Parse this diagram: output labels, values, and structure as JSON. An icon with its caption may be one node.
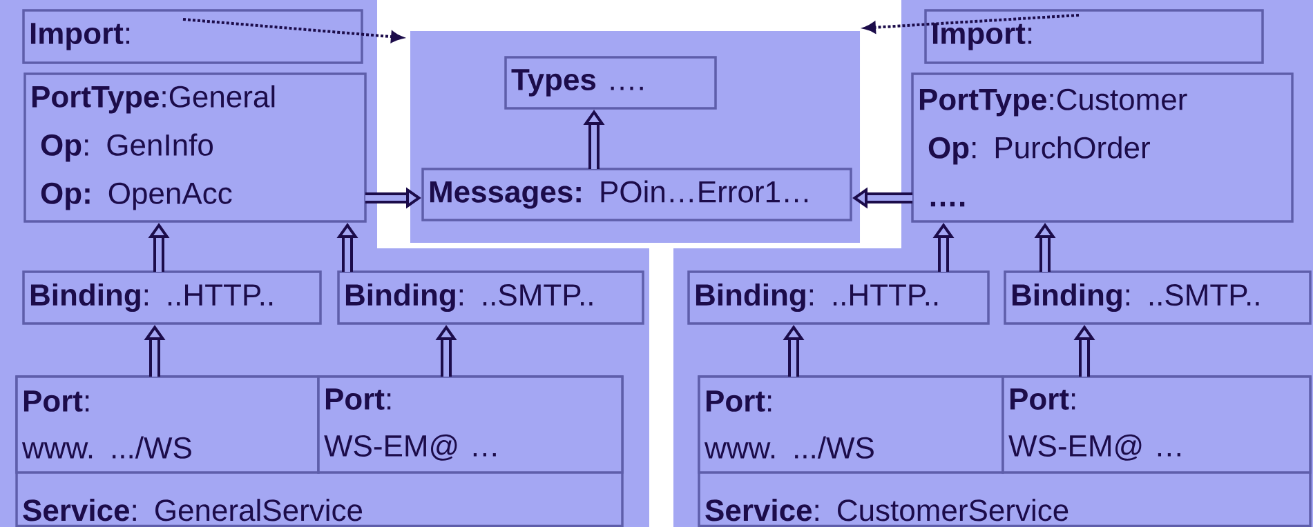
{
  "diagram": {
    "nodes": [
      {
        "text": [
          "**Import**:"
        ]
      },
      {
        "text": [
          "**PortType**:General",
          "**Op**: GenInfo",
          "**Op:** OpenAcc"
        ]
      },
      {
        "text": [],
        "shape": "box"
      },
      {
        "text": [
          "**Types** …."
        ],
        "in": 2
      },
      {
        "text": [
          "**Messages:** POin…Error1…"
        ],
        "in": 2
      },
      {
        "text": [
          "**Import**:"
        ]
      },
      {
        "text": [
          "**PortType**:Customer",
          "**Op**: PurchOrder",
          "**….**"
        ]
      },
      {
        "text": [
          "**Binding**: ..HTTP.."
        ]
      },
      {
        "text": [
          "**Binding**: ..SMTP.."
        ]
      },
      {
        "text": [
          "**Binding**: ..HTTP.."
        ]
      },
      {
        "text": [
          "**Binding**: ..SMTP.."
        ]
      },
      {
        "text": [
          "**Service**: GeneralService"
        ]
      },
      {
        "text": [
          "**Port**:",
          "www. .../WS"
        ],
        "in": 11
      },
      {
        "text": [
          "**Port**:",
          "WS-EM@ …"
        ],
        "in": 11
      },
      {
        "text": [
          "**Service**: CustomerService"
        ]
      },
      {
        "text": [
          "**Port**:",
          "www. .../WS"
        ],
        "in": 14
      },
      {
        "text": [
          "**Port**:",
          "WS-EM@ …"
        ],
        "in": 14
      }
    ],
    "edges": [
      {
        "from": 7,
        "to": 1,
        "arrow": "to"
      },
      {
        "from": 8,
        "to": 1,
        "arrow": "to"
      },
      {
        "from": 12,
        "to": 7,
        "arrow": "to"
      },
      {
        "from": 13,
        "to": 8,
        "arrow": "to"
      },
      {
        "from": 1,
        "to": 4,
        "arrow": "to"
      },
      {
        "from": 4,
        "to": 3,
        "arrow": "to"
      },
      {
        "from": 6,
        "to": 4,
        "arrow": "to"
      },
      {
        "from": 9,
        "to": 6,
        "arrow": "to"
      },
      {
        "from": 10,
        "to": 6,
        "arrow": "to"
      },
      {
        "from": 15,
        "to": 9,
        "arrow": "to"
      },
      {
        "from": 16,
        "to": 10,
        "arrow": "to"
      },
      {
        "from": 0,
        "to": 2,
        "arrow": "to",
        "style": "dashed"
      },
      {
        "from": 5,
        "to": 2,
        "arrow": "to",
        "style": "dashed"
      }
    ]
  }
}
